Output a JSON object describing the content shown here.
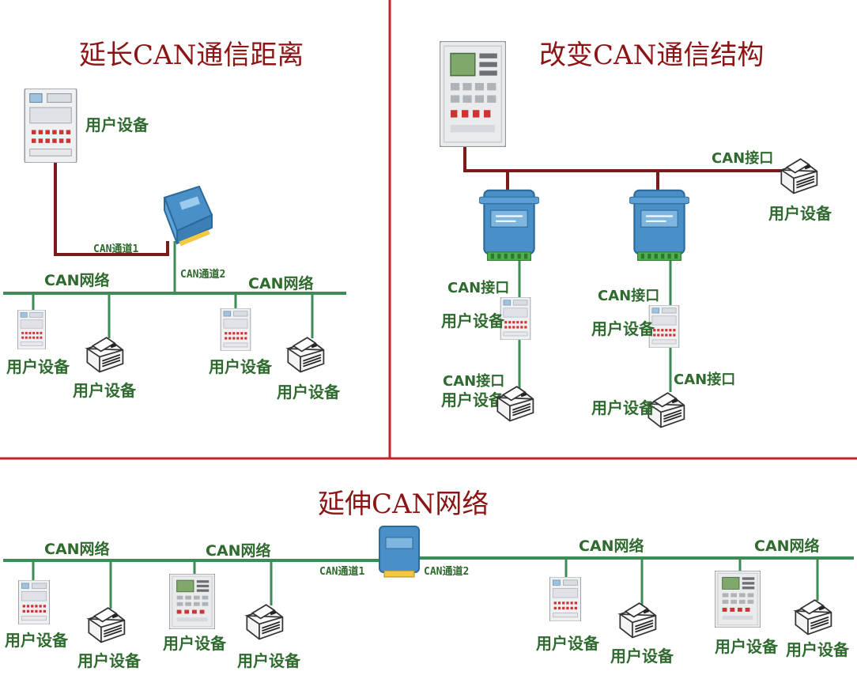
{
  "sections": {
    "extend_distance": {
      "title": "延长CAN通信距离"
    },
    "change_structure": {
      "title": "改变CAN通信结构"
    },
    "extend_network": {
      "title": "延伸CAN网络"
    }
  },
  "labels": {
    "user_device": "用户设备",
    "can_network": "CAN网络",
    "can_port": "CAN接口",
    "can_channel_1": "CAN通道1",
    "can_channel_2": "CAN通道2"
  },
  "colors": {
    "frame_red": "#c0242a",
    "bus_green": "#3d8b56",
    "link_darkred": "#7a1a1a",
    "title_red": "#8b1414",
    "label_green": "#2f6b2f",
    "bridge_blue": "#4a90c8"
  }
}
